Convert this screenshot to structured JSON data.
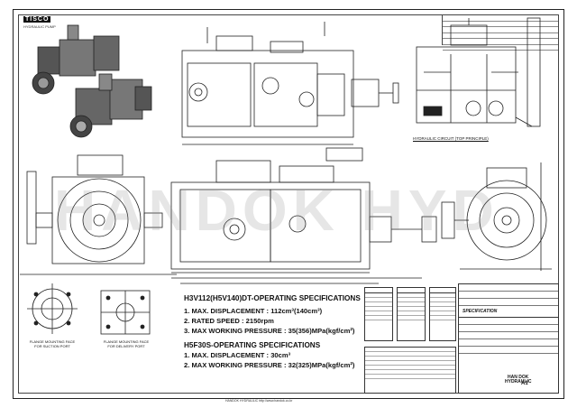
{
  "brand": {
    "logo_text": "TISCO",
    "sub_text": "HYDRAULIC PUMP"
  },
  "watermark": "HANDOK HYD",
  "circuit_label": "HYDRAULIC CIRCUIT (TOP PRINCIPLE)",
  "spec_lines": [
    {
      "text": "H3V112(H5V140)DT-OPERATING SPECIFICATIONS",
      "kind": "h"
    },
    {
      "text": "1. MAX. DISPLACEMENT : 112cm³(140cm³)",
      "kind": "i"
    },
    {
      "text": "2. RATED SPEED : 2150rpm",
      "kind": "i"
    },
    {
      "text": "3. MAX WORKING PRESSURE : 35(356)MPa(kgf/cm²)",
      "kind": "i"
    },
    {
      "text": "H5F30S-OPERATING SPECIFICATIONS",
      "kind": "h"
    },
    {
      "text": "1. MAX. DISPLACEMENT : 30cm³",
      "kind": "i"
    },
    {
      "text": "2. MAX WORKING PRESSURE : 32(325)MPa(kgf/cm²)",
      "kind": "i"
    }
  ],
  "flange_captions": [
    {
      "text": "FLANGE MOUNTING FACE\nFOR SUCTION PORT"
    },
    {
      "text": "FLANGE MOUNTING FACE\nFOR DELIVERY PORT"
    }
  ],
  "title_block": {
    "spec_title": "SPECIFICATION",
    "company_line1": "HAN DOK",
    "company_line2": "HYDRAULIC",
    "drawing_no": "A1"
  },
  "footer_text": "HANDOK HYDRAULIC http://www.handok.co.kr"
}
